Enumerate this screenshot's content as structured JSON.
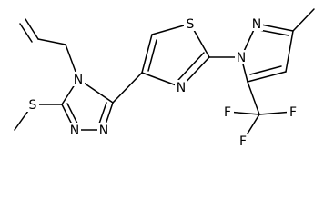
{
  "atoms": {
    "n_triazole_4": "N",
    "n_triazole_2": "N",
    "n_triazole_1": "N",
    "s_methylthio": "S",
    "s_thiazole": "S",
    "n_thiazole": "N",
    "n_pyrazole_1": "N",
    "n_pyrazole_2": "N",
    "f_1": "F",
    "f_2": "F",
    "f_3": "F"
  }
}
